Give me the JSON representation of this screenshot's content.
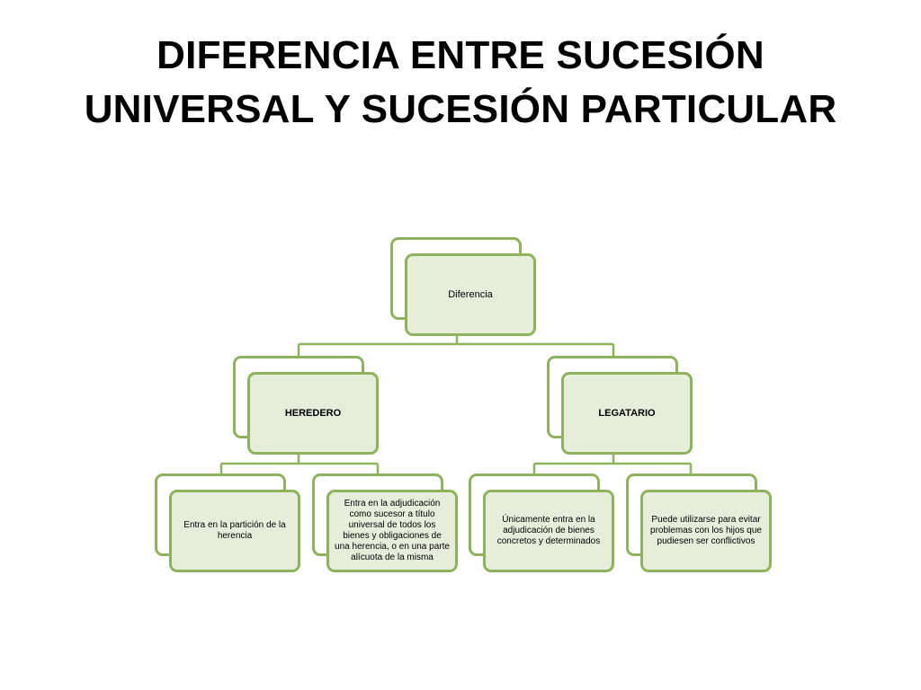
{
  "slide": {
    "title_line1": "DIFERENCIA ENTRE SUCESIÓN",
    "title_line2": "UNIVERSAL Y SUCESIÓN PARTICULAR"
  },
  "diagram": {
    "root": "Diferencia",
    "heredero": {
      "label": "HEREDERO",
      "children": [
        "Entra en la partición de la herencia",
        "Entra en la adjudicación como sucesor a título universal de todos los bienes y obligaciones de una herencia, o en una parte alícuota de la misma"
      ]
    },
    "legatario": {
      "label": "LEGATARIO",
      "children": [
        "Únicamente entra en la adjudicación de bienes concretos y determinados",
        "Puede utilizarse para evitar problemas con los hijos que pudiesen ser conflictivos"
      ]
    },
    "colors": {
      "border": "#8fb35c",
      "fill": "#e6eedb"
    }
  }
}
